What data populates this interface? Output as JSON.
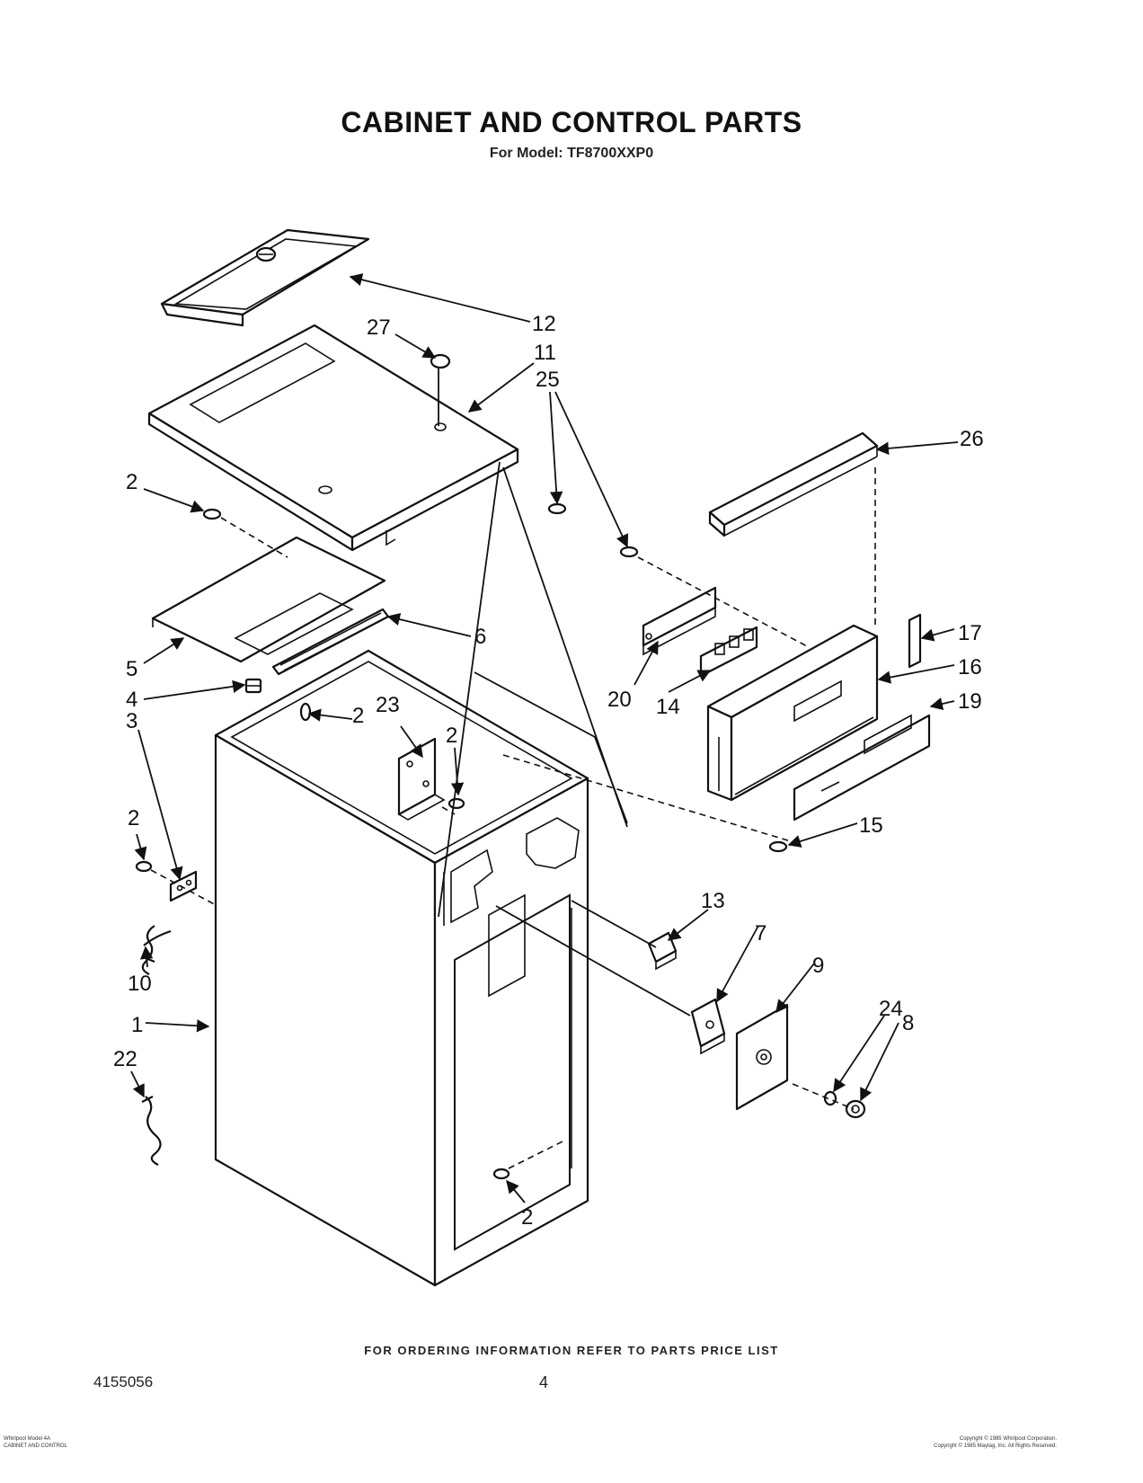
{
  "header": {
    "title": "CABINET AND CONTROL PARTS",
    "subtitle": "For Model: TF8700XXP0"
  },
  "callouts": [
    {
      "label": "12"
    },
    {
      "label": "27"
    },
    {
      "label": "11"
    },
    {
      "label": "25"
    },
    {
      "label": "26"
    },
    {
      "label": "2"
    },
    {
      "label": "6"
    },
    {
      "label": "5"
    },
    {
      "label": "4"
    },
    {
      "label": "3"
    },
    {
      "label": "23"
    },
    {
      "label": "2"
    },
    {
      "label": "2"
    },
    {
      "label": "17"
    },
    {
      "label": "16"
    },
    {
      "label": "19"
    },
    {
      "label": "20"
    },
    {
      "label": "14"
    },
    {
      "label": "15"
    },
    {
      "label": "2"
    },
    {
      "label": "13"
    },
    {
      "label": "7"
    },
    {
      "label": "9"
    },
    {
      "label": "24"
    },
    {
      "label": "8"
    },
    {
      "label": "10"
    },
    {
      "label": "1"
    },
    {
      "label": "22"
    },
    {
      "label": "2"
    }
  ],
  "footer": {
    "note": "FOR ORDERING INFORMATION REFER TO PARTS PRICE LIST",
    "doc_number": "4155056",
    "page_number": "4",
    "small_left_1": "Whirlpool Model 4A",
    "small_left_2": "CABINET AND CONTROL",
    "small_right_1": "Copyright © 1985 Whirlpool Corporation.",
    "small_right_2": "Copyright © 1985 Maytag, Inc. All Rights Reserved."
  }
}
